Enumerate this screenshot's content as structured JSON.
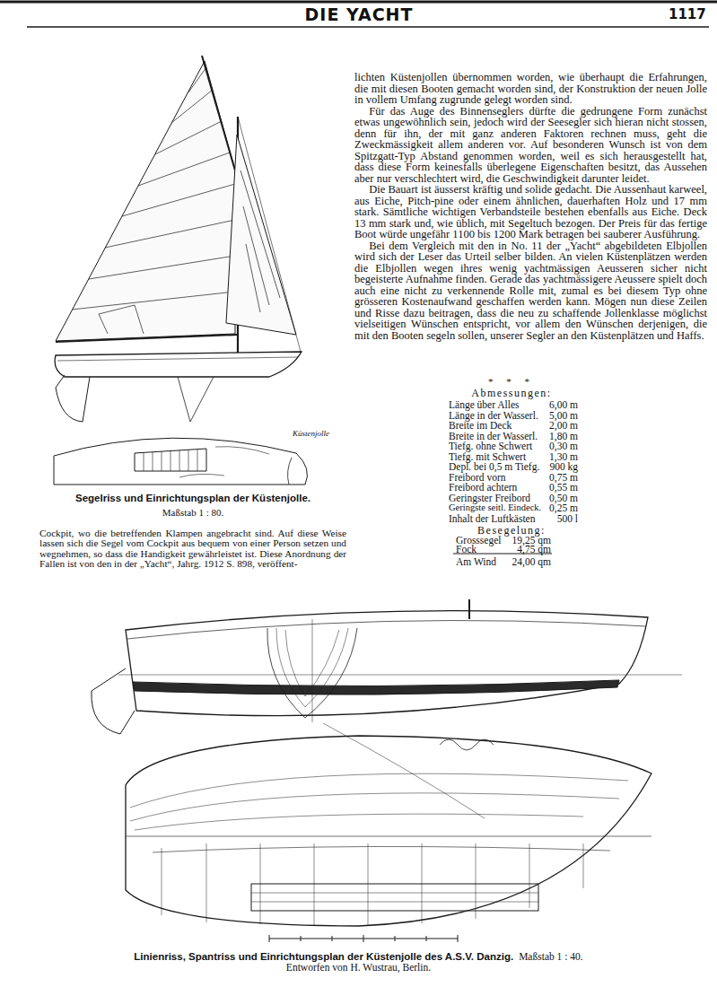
{
  "diagram": {
    "title": "DIE YACHT",
    "labels": [
      "1117",
      "lichten Küstenjollen übernommen worden, wie überhaupt die Erfahrungen, die mit diesen Booten gemacht worden sind, der Konstruktion der neuen Jolle in vollem Umfang zugrunde gelegt worden sind.",
      "Für das Auge des Binnenseglers dürfte die gedrungene Form zunächst etwas ungewöhnlich sein, jedoch wird der Seesegler sich hieran nicht stossen, denn für ihn, der mit ganz anderen Faktoren rechnen muss, geht die Zweckmässigkeit allem anderen vor. Auf besonderen Wunsch ist von dem Spitzgatt-Typ Abstand genommen worden, weil es sich herausgestellt hat, dass diese Form keinesfalls überlegene Eigenschaften besitzt, das Aussehen aber nur verschlechtert wird, die Geschwindigkeit darunter leidet.",
      "Die Bauart ist äusserst kräftig und solide gedacht. Die Aussenhaut karweel, aus Eiche, Pitch-pine oder einem ähnlichen, dauerhaften Holz und 17 mm stark. Sämtliche wichtigen Verbandsteile bestehen ebenfalls aus Eiche. Deck 13 mm stark und, wie üblich, mit Segeltuch bezogen. Der Preis für das fertige Boot würde ungefähr 1100 bis 1200 Mark betragen bei sauberer Ausführung.",
      "Bei dem Vergleich mit den in No. 11 der „Yacht“ abgebildeten Elbjollen wird sich der Leser das Urteil selber bilden. An vielen Küstenplätzen werden die Elbjollen wegen ihres wenig yachtmässigen Aeusseren sicher nicht begeisterte Aufnahme finden. Gerade das yachtmässigere Aeussere spielt doch auch eine nicht zu verkennende Rolle mit, zumal es bei diesem Typ ohne grösseren Kostenaufwand geschaffen werden kann. Mögen nun diese Zeilen und Risse dazu beitragen, dass die neu zu schaffende Jollenklasse möglichst vielseitigen Wünschen entspricht, vor allem den Wünschen derjenigen, die mit den Booten segeln sollen, unserer Segler an den Küstenplätzen und Haffs.",
      "* * *",
      "Abmessungen:",
      "Länge über Alles",
      "6,00 m",
      "Länge in der Wasserl.",
      "5,00 m",
      "Breite im Deck",
      "2,00 m",
      "Breite in der Wasserl.",
      "1,80 m",
      "Tiefg. ohne Schwert",
      "0,30 m",
      "Tiefg. mit Schwert",
      "1,30 m",
      "Depl. bei 0,5 m Tiefg.",
      "900 kg",
      "Freibord vorn",
      "0,75 m",
      "Freibord achtern",
      "0,55 m",
      "Geringster Freibord",
      "0,50 m",
      "Geringste seitl. Eindeck.",
      "0,25 m",
      "Inhalt der Luftkästen",
      "500 l",
      "Besegelung:",
      "Grosssegel",
      "19,25 qm",
      "Fock",
      "4,75 qm",
      "Am Wind",
      "24,00 qm",
      "Küstenjolle",
      "Segelriss und Einrichtungsplan der Küstenjolle.",
      "Maßstab 1 : 80.",
      "Cockpit, wo die betreffenden Klampen angebracht sind. Auf diese Weise lassen sich die Segel vom Cockpit aus bequem von einer Person setzen und wegnehmen, so dass die Handigkeit gewährleistet ist. Diese Anordnung der Fallen ist von den in der „Yacht“, Jahrg. 1912 S. 898, veröffent-",
      "Linienriss, Spantriss und Einrichtungsplan der Küstenjolle des A.S.V. Danzig.",
      "Maßstab 1 : 40.",
      "Entworfen von H. Wustrau, Berlin."
    ]
  }
}
